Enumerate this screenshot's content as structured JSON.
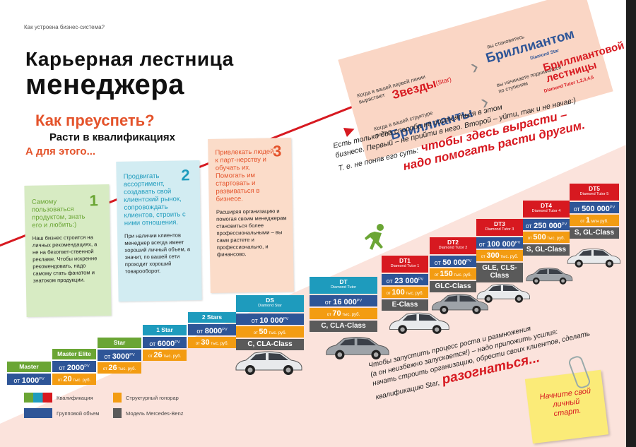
{
  "header": {
    "section": "Как устроена бизнес-система?"
  },
  "title": {
    "line1": "Карьерная лестница",
    "line2": "менеджера"
  },
  "subtitle": {
    "how": "Как преуспеть?",
    "grow": "Расти в квалификациях",
    "forthis": "А для этого..."
  },
  "cards": [
    {
      "num": "1",
      "head": "Самому пользоваться продуктом, знать его и любить:)",
      "body": "Наш бизнес строится на личных рекомендациях, а не на безответ-ственной рекламе. Чтобы искренне рекомендовать, надо самому стать фанатом и знатоком продукции."
    },
    {
      "num": "2",
      "head": "Продвигать ассортимент, создавать свой клиентский рынок, сопровождать клиентов, строить с ними отношения.",
      "body": "При наличии клиентов менеджер всегда имеет хороший личный объем, а значит, по вашей сети проходит хороший товарооборот."
    },
    {
      "num": "3",
      "head": "Привлекать людей к парт-нерству и обучать их. Помогать им стартовать и развиваться в бизнесе.",
      "body": "Расширяя организацию и помогая своим менеджерам становиться более профессиональными – вы сами растете и профессионально, и финансово."
    }
  ],
  "promo": {
    "line1_small": "Когда в вашей первой линии вырастают",
    "line1_big": "Звезды",
    "line1_tag": "(Star)",
    "line1_right_small": "вы становитесь",
    "line1_right_big": "Бриллиантом",
    "line1_right_sub": "Diamond Star",
    "line2_small": "Когда в вашей структуре растут",
    "line2_big": "Бриллианты",
    "line2_right_small": "вы начинаете подниматься по ступеням",
    "line2_right_big": "Бриллиантовой лестницы",
    "line2_right_sub": "Diamond Tutor 1,2,3,4,5"
  },
  "quote": {
    "line1": "Есть только два способа не состояться в этом",
    "line2": "бизнесе. Первый – не прийти в него. Второй – уйти, так и не начав:)",
    "line3_start": "Т. е. не поняв его суть:",
    "line3_emph": "чтобы здесь вырасти –",
    "line4": "надо помогать расти другим."
  },
  "ladder": [
    {
      "name": "Master",
      "sub": "",
      "vol": "1000",
      "pv": "PV",
      "bonus": "",
      "bonus_unit": "",
      "car": ""
    },
    {
      "name": "Master Elite",
      "sub": "",
      "vol": "2000",
      "pv": "PV",
      "bonus": "20",
      "bonus_unit": "тыс. руб.",
      "car": ""
    },
    {
      "name": "Star",
      "sub": "",
      "vol": "3000",
      "pv": "PV",
      "bonus": "26",
      "bonus_unit": "тыс. руб.",
      "car": ""
    },
    {
      "name": "1 Star",
      "sub": "",
      "vol": "6000",
      "pv": "PV",
      "bonus": "26",
      "bonus_unit": "тыс. руб.",
      "car": ""
    },
    {
      "name": "2 Stars",
      "sub": "",
      "vol": "8000",
      "pv": "PV",
      "bonus": "30",
      "bonus_unit": "тыс. руб.",
      "car": ""
    },
    {
      "name": "DS",
      "sub": "Diamond Star",
      "vol": "10 000",
      "pv": "PV",
      "bonus": "50",
      "bonus_unit": "тыс. руб.",
      "car": "C, CLA-Class"
    },
    {
      "name": "DT",
      "sub": "Diamond Tutor",
      "vol": "16 000",
      "pv": "PV",
      "bonus": "70",
      "bonus_unit": "тыс. руб.",
      "car": "C, CLA-Class"
    },
    {
      "name": "DT1",
      "sub": "Diamond Tutor 1",
      "vol": "23 000",
      "pv": "PV",
      "bonus": "100",
      "bonus_unit": "тыс. руб.",
      "car": "E-Class"
    },
    {
      "name": "DT2",
      "sub": "Diamond Tutor 2",
      "vol": "50 000",
      "pv": "PV",
      "bonus": "150",
      "bonus_unit": "тыс. руб.",
      "car": "GLC-Class"
    },
    {
      "name": "DT3",
      "sub": "Diamond Tutor 3",
      "vol": "100 000",
      "pv": "PV",
      "bonus": "300",
      "bonus_unit": "тыс. руб.",
      "car": "GLE, CLS-Class"
    },
    {
      "name": "DT4",
      "sub": "Diamond Tutor 4",
      "vol": "250 000",
      "pv": "PV",
      "bonus": "500",
      "bonus_unit": "тыс. руб.",
      "car": "S, GL-Class"
    },
    {
      "name": "DT5",
      "sub": "Diamond Tutor 5",
      "vol": "500 000",
      "pv": "PV",
      "bonus": "1",
      "bonus_unit": "млн руб.",
      "car": "S, GL-Class"
    }
  ],
  "vol_prefix": "от",
  "legend": {
    "qual": "Квалификация",
    "group": "Групповой объем",
    "bonus": "Структурный гонорар",
    "model": "Модель Mercedes-Benz"
  },
  "bottom": {
    "line1": "Чтобы запустить процесс роста и размножения",
    "line2": "(а он неизбежно запускается!) – надо приложить усилия:",
    "line3": "начать строить организацию, обрести своих клиентов, сделать",
    "line4": "квалификацию Star,",
    "emph": "разогнаться..."
  },
  "sticky": {
    "text": "Начните свой личный старт."
  },
  "colors": {
    "green": "#6aa534",
    "blue": "#1e9bbd",
    "navy": "#2e5597",
    "red": "#d71920",
    "orange": "#f39c12",
    "gray": "#5a5a5a"
  }
}
